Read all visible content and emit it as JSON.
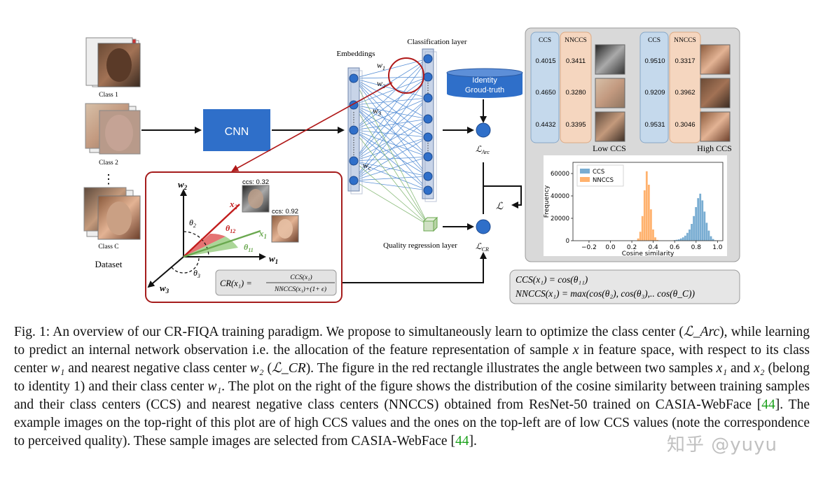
{
  "dataset": {
    "class1": "Class 1",
    "class2": "Class 2",
    "classC": "Class C",
    "dots": "⋮",
    "label": "Dataset"
  },
  "cnn": "CNN",
  "network": {
    "embeddings": "Embeddings",
    "classification_layer": "Classification layer",
    "w1": "w",
    "w1_sub": "1",
    "w2": "w",
    "w2_sub": "2",
    "w3": "w",
    "w3_sub": "3",
    "wc": "w",
    "wc_sub": "c",
    "identity_line1": "Identity",
    "identity_line2": "Groud-truth",
    "quality_regression": "Quality regression layer",
    "l_arc": "ℒ",
    "l_arc_sub": "Arc",
    "l_cr": "ℒ",
    "l_cr_sub": "CR",
    "l_total": "ℒ"
  },
  "inset": {
    "w2": "w",
    "w2_sub": "2",
    "w3": "w",
    "w3_sub": "3",
    "w1": "w",
    "w1_sub": "1",
    "x2": "x",
    "x2_sub": "2",
    "x1": "x",
    "x1_sub": "1",
    "theta2": "θ",
    "theta2_sub": "2",
    "theta3": "θ",
    "theta3_sub": "3",
    "theta12": "θ",
    "theta12_sub": "12",
    "theta11": "θ",
    "theta11_sub": "11",
    "ccs_a": "ccs: 0.32",
    "ccs_b": "ccs: 0.92",
    "formula_lhs": "CR(x₁) =",
    "formula_num": "CCS(x₁)",
    "formula_den": "NNCCS(x₁)+(1+ ϵ)"
  },
  "right_panel": {
    "ccs_header": "CCS",
    "nnccs_header": "NNCCS",
    "low": {
      "ccs": [
        "0.4015",
        "0.4650",
        "0.4432"
      ],
      "nnccs": [
        "0.3411",
        "0.3280",
        "0.3395"
      ],
      "label": "Low CCS"
    },
    "high": {
      "ccs": [
        "0.9510",
        "0.9209",
        "0.9531"
      ],
      "nnccs": [
        "0.3317",
        "0.3962",
        "0.3046"
      ],
      "label": "High CCS"
    }
  },
  "colors": {
    "red": "#b01818",
    "blue_node": "#2f6fc9",
    "cnn_box": "#2f6fc9",
    "ccs_blue": "#5b9bd5",
    "nnccs_orange": "#f0a35e",
    "green": "#6aa84f"
  },
  "chart_data": {
    "type": "histogram",
    "xlabel": "Cosine similarity",
    "ylabel": "Frequency",
    "xlim": [
      -0.35,
      1.05
    ],
    "ylim": [
      0,
      70000
    ],
    "xticks": [
      "−0.2",
      "0.0",
      "0.2",
      "0.4",
      "0.6",
      "0.8",
      "1.0"
    ],
    "yticks": [
      "0",
      "20000",
      "40000",
      "60000"
    ],
    "legend": [
      "CCS",
      "NNCCS"
    ],
    "legend_position": "top-left",
    "series": [
      {
        "name": "CCS",
        "color": "#1f77b4",
        "x": [
          0.6,
          0.62,
          0.64,
          0.66,
          0.68,
          0.7,
          0.72,
          0.74,
          0.76,
          0.78,
          0.8,
          0.82,
          0.84,
          0.86,
          0.88,
          0.9,
          0.92,
          0.94,
          0.96,
          0.98
        ],
        "values": [
          500,
          800,
          1200,
          2000,
          3000,
          4500,
          7000,
          10000,
          15000,
          22000,
          30000,
          38000,
          42000,
          36000,
          26000,
          16000,
          9000,
          4000,
          1500,
          400
        ]
      },
      {
        "name": "NNCCS",
        "color": "#ff7f0e",
        "x": [
          0.26,
          0.28,
          0.3,
          0.32,
          0.34,
          0.36,
          0.38,
          0.4,
          0.42,
          0.44
        ],
        "values": [
          2000,
          8000,
          22000,
          45000,
          62000,
          50000,
          28000,
          10000,
          3000,
          700
        ]
      }
    ]
  },
  "math_right": {
    "line1": "CCS(x₁) = cos(θ₁₁)",
    "line2": "NNCCS(x₁) = max(cos(θ₂), cos(θ₃),.. cos(θ_C))"
  },
  "caption": {
    "p1": "Fig. 1: An overview of our CR-FIQA training paradigm. We propose to simultaneously learn to optimize the class center (",
    "m1": "ℒ_Arc",
    "p2": "), while learning to predict an internal network observation i.e. the allocation of the feature representation of sample ",
    "m2": "x",
    "p3": " in feature space, with respect to its class center ",
    "m3": "w₁",
    "p4": " and nearest negative class center ",
    "m4": "w₂",
    "p5": " (",
    "m5": "ℒ_CR",
    "p6": "). The figure in the red rectangle illustrates the angle between two samples ",
    "m6": "x₁",
    "p7": " and ",
    "m7": "x₂",
    "p8": " (belong to identity 1) and their class center ",
    "m8": "w₁",
    "p9": ". The plot on the right of the figure shows the distribution of the cosine similarity between training samples and their class centers (CCS) and nearest negative class centers (NNCCS) obtained from ResNet-50 trained on CASIA-WebFace [",
    "c1": "44",
    "p10": "]. The example images on the top-right of this plot are of high CCS values and the ones on the top-left are of low CCS values (note the correspondence to perceived quality). These sample images are selected from CASIA-WebFace [",
    "c2": "44",
    "p11": "]."
  },
  "watermark": "知乎 @yuyu"
}
